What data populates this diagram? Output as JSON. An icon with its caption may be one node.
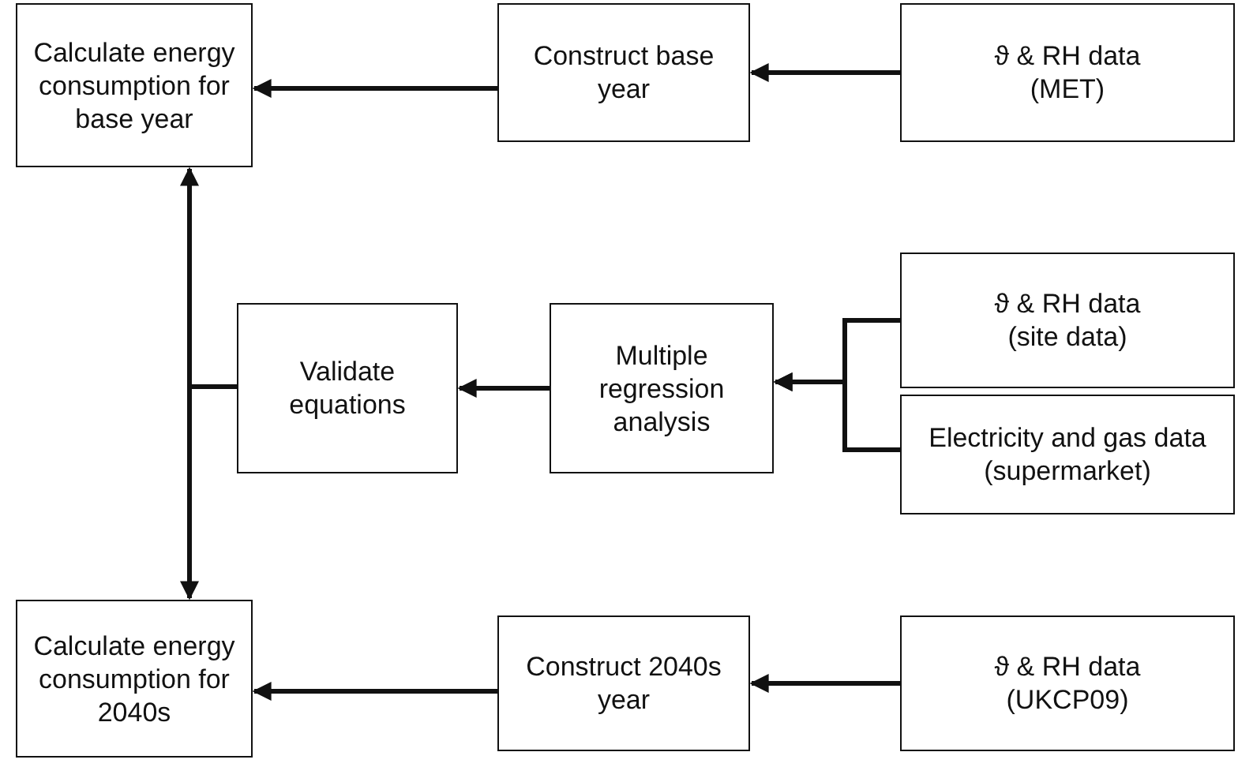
{
  "diagram": {
    "nodes": [
      {
        "text": [
          "Calculate energy consumption for base year"
        ]
      },
      {
        "text": [
          "Construct base year"
        ]
      },
      {
        "text": [
          "ϑ & RH data (MET)"
        ]
      },
      {
        "text": [
          "Validate equations"
        ]
      },
      {
        "text": [
          "Multiple regression analysis"
        ]
      },
      {
        "text": [
          "ϑ & RH data (site data)"
        ]
      },
      {
        "text": [
          "Electricity and gas data (supermarket)"
        ]
      },
      {
        "text": [
          "Calculate energy consumption for 2040s"
        ]
      },
      {
        "text": [
          "Construct 2040s year"
        ]
      },
      {
        "text": [
          "ϑ & RH data (UKCP09)"
        ]
      }
    ],
    "edges": [
      {
        "from": 2,
        "to": 1,
        "arrow": "to"
      },
      {
        "from": 1,
        "to": 0,
        "arrow": "to"
      },
      {
        "from": 5,
        "to": 4,
        "arrow": "to"
      },
      {
        "from": 6,
        "to": 4,
        "arrow": "to"
      },
      {
        "from": 4,
        "to": 3,
        "arrow": "to"
      },
      {
        "from": 3,
        "to": 0,
        "arrow": "to"
      },
      {
        "from": 3,
        "to": 7,
        "arrow": "to"
      },
      {
        "from": 9,
        "to": 8,
        "arrow": "to"
      },
      {
        "from": 8,
        "to": 7,
        "arrow": "to"
      }
    ]
  }
}
